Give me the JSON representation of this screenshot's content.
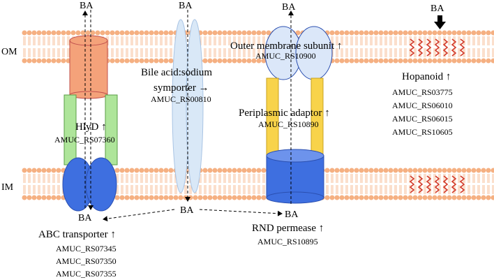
{
  "membranes": {
    "om_label": "OM",
    "im_label": "IM"
  },
  "ba": "BA",
  "hlyd": {
    "label": "HlyD ↑",
    "gene": "AMUC_RS07360"
  },
  "abc": {
    "label": "ABC transporter ↑",
    "genes": [
      "AMUC_RS07345",
      "AMUC_RS07350",
      "AMUC_RS07355"
    ]
  },
  "symporter": {
    "label_line1": "Bile acid:sodium",
    "label_line2": "symporter →",
    "gene": "AMUC_RS00810"
  },
  "outer_membrane_subunit": {
    "label": "Outer membrane subunit ↑",
    "gene": "AMUC_RS10900"
  },
  "periplasmic_adaptor": {
    "label": "Periplasmic adaptor ↑",
    "gene": "AMUC_RS10890"
  },
  "rnd": {
    "label": "RND permease ↑",
    "gene": "AMUC_RS10895"
  },
  "hopanoid": {
    "label": "Hopanoid ↑",
    "genes": [
      "AMUC_RS03775",
      "AMUC_RS06010",
      "AMUC_RS06015",
      "AMUC_RS10605"
    ]
  },
  "colors": {
    "lipid": "#f5b082",
    "tolc": "#f4a27a",
    "hlyd": "#aee59a",
    "abc": "#3e6fe0",
    "symporter": "#d9e8f7",
    "omp": "#dbe7f9",
    "adaptor": "#f8d34a",
    "rnd": "#3e6fe0",
    "hopanoid": "#d23a2a"
  }
}
